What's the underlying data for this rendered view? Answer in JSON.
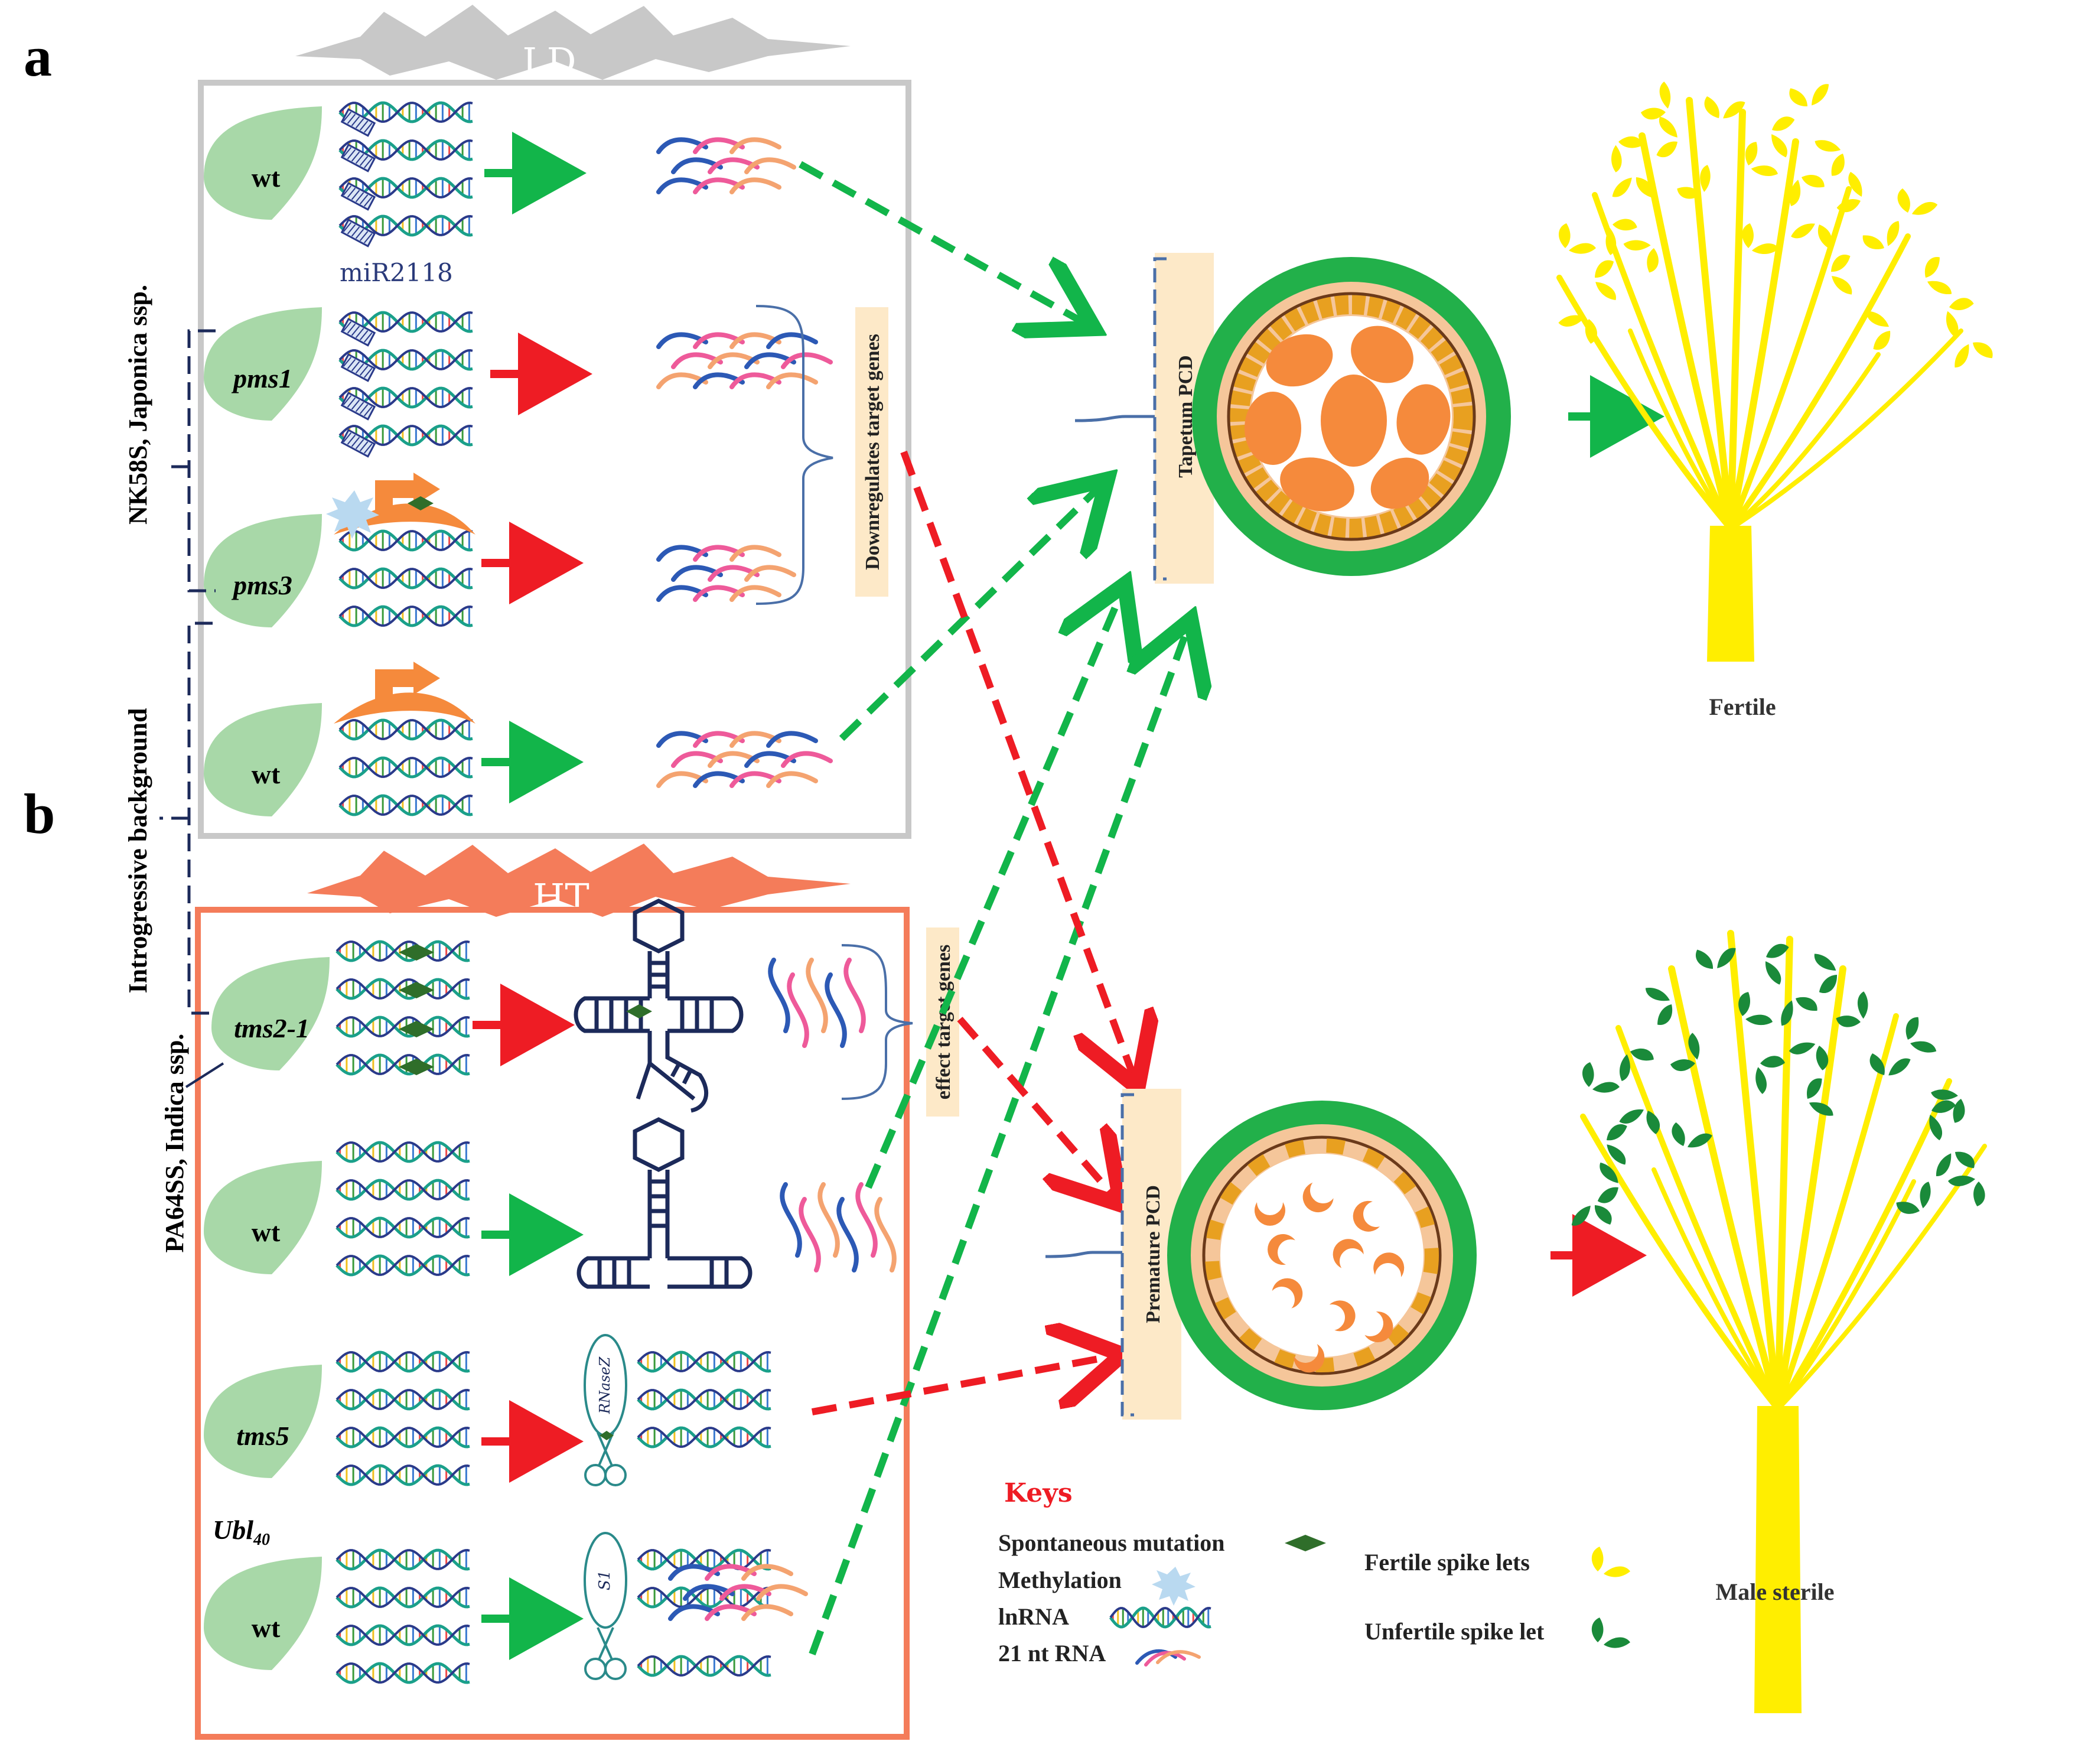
{
  "panels": {
    "a": "a",
    "b": "b"
  },
  "conditions": {
    "ld": "LD",
    "ht": "HT"
  },
  "leaves": {
    "wt1": "wt",
    "pms1": "pms1",
    "pms3": "pms3",
    "wt2": "wt",
    "tms21": "tms2-1",
    "wt3": "wt",
    "tms5": "tms5",
    "wt4": "wt"
  },
  "labels": {
    "mir2118": "miR2118",
    "ubl40_base": "Ubl",
    "ubl40_sub": "40",
    "rnasez": "RNaseZ",
    "s1": "S1",
    "downregulates": "Downregulates target genes",
    "effect_target": "effect target genes",
    "tapetum_pcd": "Tapetum PCD",
    "premature_pcd": "Premature PCD",
    "fertile": "Fertile",
    "male_sterile": "Male sterile"
  },
  "side_labels": {
    "japonica": "NK58S, Japonica ssp.",
    "introgressive": "Introgressive background",
    "indica": "PA64SS, Indica ssp."
  },
  "keys": {
    "title": "Keys",
    "spontaneous": "Spontaneous mutation",
    "methylation": "Methylation",
    "lnrna": "lnRNA",
    "nt21": "21 nt RNA",
    "fertile_spike": "Fertile spike lets",
    "unfertile_spike": "Unfertile spike let"
  },
  "colors": {
    "ld_box": "#c8c8c8",
    "ht_box": "#f47c5a",
    "leaf": "#a8d8a8",
    "arrow_green": "#12b54a",
    "arrow_red": "#ee1c24",
    "anther_outer": "#22b04a",
    "anther_mid": "#f5c69a",
    "pollen": "#f58a3c",
    "tapetum": "#e8a020",
    "label_box": "#fde9c8",
    "fertile_plant": "#ffee00",
    "sterile_spikelet": "#1a8a3a",
    "keys_title": "#ee1c24"
  }
}
